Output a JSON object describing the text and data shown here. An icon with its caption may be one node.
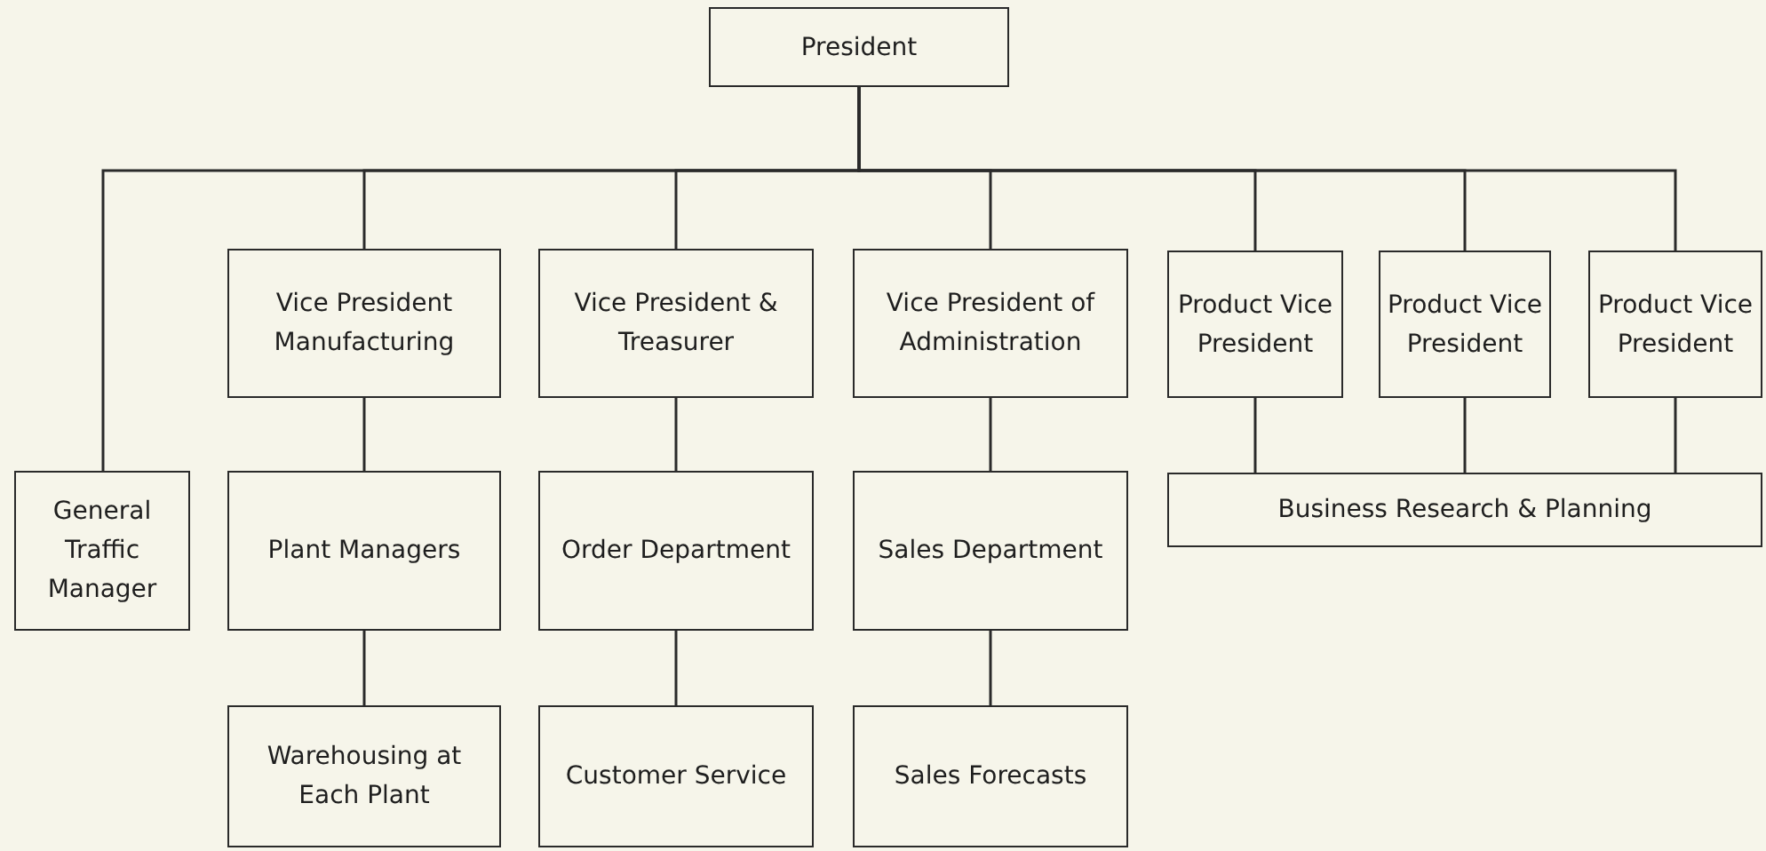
{
  "diagram": {
    "nodes": [
      {
        "text": [
          "President"
        ]
      },
      {
        "text": [
          "General Traffic Manager"
        ]
      },
      {
        "text": [
          "Vice President Manufacturing"
        ]
      },
      {
        "text": [
          "Vice President & Treasurer"
        ]
      },
      {
        "text": [
          "Vice President of Administration"
        ]
      },
      {
        "text": [
          "Product Vice President"
        ]
      },
      {
        "text": [
          "Product Vice President"
        ]
      },
      {
        "text": [
          "Product Vice President"
        ]
      },
      {
        "text": [
          "Plant Managers"
        ]
      },
      {
        "text": [
          "Order Department"
        ]
      },
      {
        "text": [
          "Sales Department"
        ]
      },
      {
        "text": [
          "Business Research & Planning"
        ]
      },
      {
        "text": [
          "Warehousing at Each Plant"
        ]
      },
      {
        "text": [
          "Customer Service"
        ]
      },
      {
        "text": [
          "Sales Forecasts"
        ]
      }
    ],
    "edges": [
      {
        "from": 0,
        "to": 1,
        "arrow": "none"
      },
      {
        "from": 0,
        "to": 2,
        "arrow": "none"
      },
      {
        "from": 0,
        "to": 3,
        "arrow": "none"
      },
      {
        "from": 0,
        "to": 4,
        "arrow": "none"
      },
      {
        "from": 0,
        "to": 5,
        "arrow": "none"
      },
      {
        "from": 0,
        "to": 6,
        "arrow": "none"
      },
      {
        "from": 0,
        "to": 7,
        "arrow": "none"
      },
      {
        "from": 2,
        "to": 8,
        "arrow": "none"
      },
      {
        "from": 3,
        "to": 9,
        "arrow": "none"
      },
      {
        "from": 4,
        "to": 10,
        "arrow": "none"
      },
      {
        "from": 5,
        "to": 11,
        "arrow": "none"
      },
      {
        "from": 6,
        "to": 11,
        "arrow": "none"
      },
      {
        "from": 7,
        "to": 11,
        "arrow": "none"
      },
      {
        "from": 8,
        "to": 12,
        "arrow": "none"
      },
      {
        "from": 9,
        "to": 13,
        "arrow": "none"
      },
      {
        "from": 10,
        "to": 14,
        "arrow": "none"
      }
    ]
  }
}
